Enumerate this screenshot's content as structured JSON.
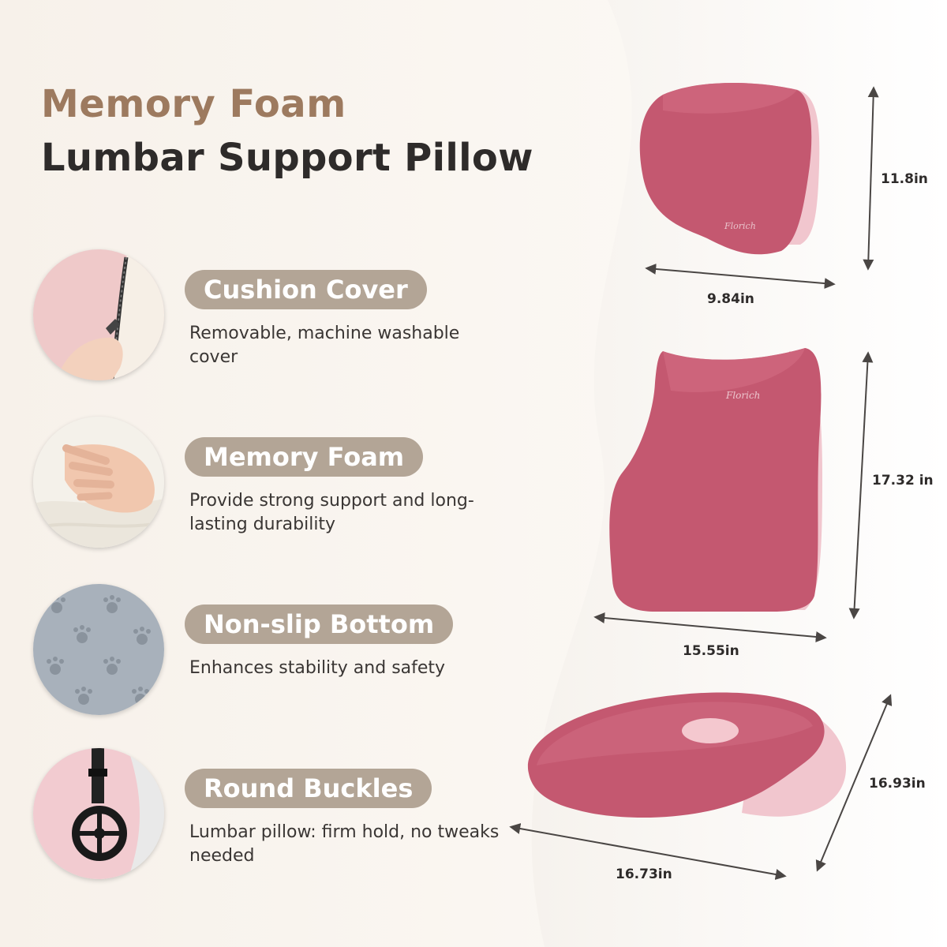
{
  "title": {
    "line1": "Memory Foam",
    "line2": "Lumbar Support Pillow"
  },
  "features": [
    {
      "label": "Cushion Cover",
      "description": "Removable, machine washable cover",
      "icon": "zipper-cover-thumbnail"
    },
    {
      "label": "Memory Foam",
      "description": "Provide strong support and long-lasting durability",
      "icon": "hand-press-foam-thumbnail"
    },
    {
      "label": "Non-slip Bottom",
      "description": "Enhances stability and safety",
      "icon": "paw-print-grip-thumbnail"
    },
    {
      "label": "Round Buckles",
      "description": "Lumbar pillow: firm hold, no tweaks needed",
      "icon": "round-buckle-strap-thumbnail"
    }
  ],
  "products": {
    "headrest": {
      "width": "9.84in",
      "height": "11.8in",
      "brand": "Florich"
    },
    "lumbar": {
      "width": "15.55in",
      "height": "17.32 in",
      "brand": "Florich"
    },
    "seat": {
      "width": "16.73in",
      "depth": "16.93in"
    }
  },
  "colors": {
    "title_accent": "#9d7a5f",
    "title_dark": "#2e2b2a",
    "pill_bg": "#b3a596",
    "pillow_main": "#c45870",
    "pillow_side": "#f0c4cc"
  }
}
